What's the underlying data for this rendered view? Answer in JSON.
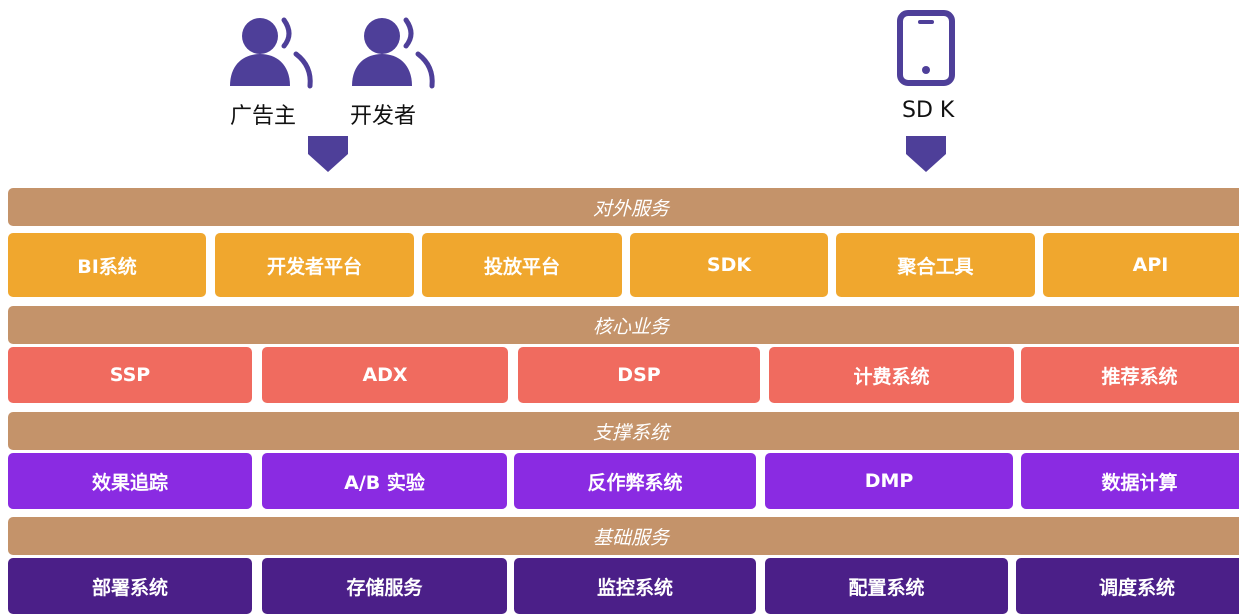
{
  "actors": [
    {
      "label": "广告主",
      "icon": "person-icon"
    },
    {
      "label": "开发者",
      "icon": "person-icon"
    },
    {
      "label": "SD K",
      "icon": "phone-icon"
    }
  ],
  "layers": {
    "external": {
      "title": "对外服务",
      "items": [
        "BI系统",
        "开发者平台",
        "投放平台",
        "SDK",
        "聚合工具",
        "API"
      ]
    },
    "core": {
      "title": "核心业务",
      "items": [
        "SSP",
        "ADX",
        "DSP",
        "计费系统",
        "推荐系统"
      ]
    },
    "support": {
      "title": "支撑系统",
      "items": [
        "效果追踪",
        "A/B 实验",
        "反作弊系统",
        "DMP",
        "数据计算"
      ]
    },
    "base": {
      "title": "基础服务",
      "items": [
        "部署系统",
        "存储服务",
        "监控系统",
        "配置系统",
        "调度系统"
      ]
    }
  },
  "colors": {
    "icon": "#4e3f99",
    "layer_bar": "#c4936a",
    "external": "#f0a72e",
    "core": "#f06b5f",
    "support": "#8a2be2",
    "base": "#4b1f88"
  }
}
